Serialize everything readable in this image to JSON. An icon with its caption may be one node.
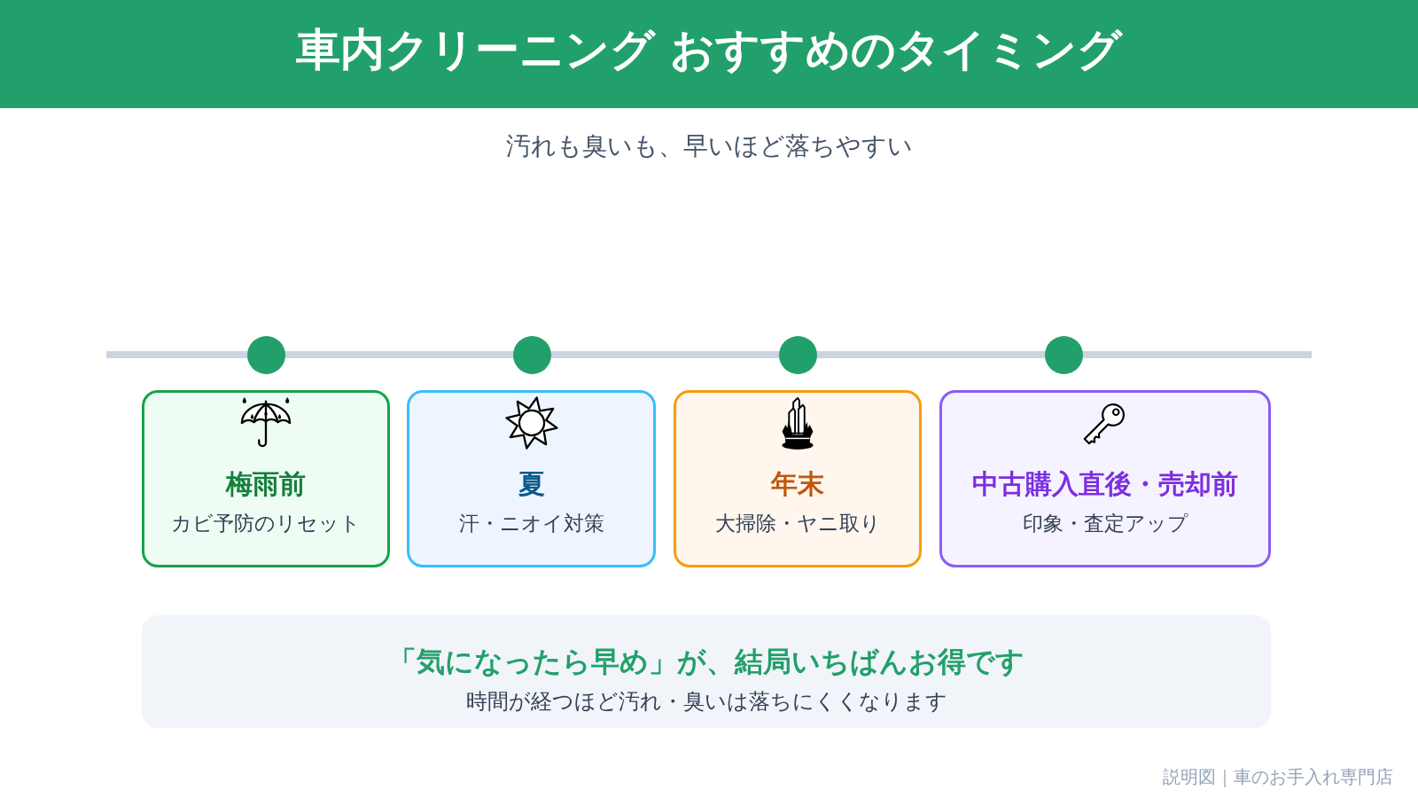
{
  "diagram": {
    "title": "車内クリーニング おすすめのタイミング",
    "nodes": [
      {
        "text": [
          "梅雨前",
          "カビ予防のリセット"
        ]
      },
      {
        "text": [
          "夏",
          "汗・ニオイ対策"
        ]
      },
      {
        "text": [
          "年末",
          "大掃除・ヤニ取り"
        ]
      },
      {
        "text": [
          "中古購入直後・売却前",
          "印象・査定アップ"
        ]
      },
      {
        "text": [
          "「気になったら早め」が、結局いちばんお得です",
          "時間が経つほど汚れ・臭いは落ちにくくなります"
        ]
      }
    ],
    "labels": [
      "汚れも臭いも、早いほど落ちやすい",
      "説明図｜車のお手入れ専門店"
    ]
  }
}
